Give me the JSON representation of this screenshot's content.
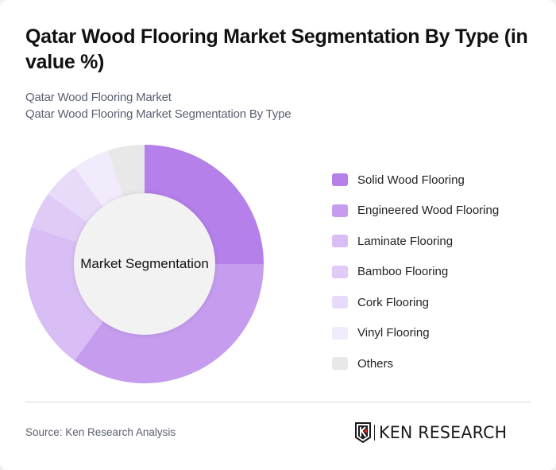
{
  "header": {
    "title": "Qatar Wood Flooring Market Segmentation By Type (in value %)",
    "subtitle_line1": "Qatar Wood Flooring Market",
    "subtitle_line2": "Qatar Wood Flooring Market Segmentation By Type"
  },
  "chart": {
    "center_label": "Market Segmentation"
  },
  "legend": {
    "items": [
      {
        "label": "Solid Wood Flooring",
        "color": "#B580EA"
      },
      {
        "label": "Engineered Wood Flooring",
        "color": "#C59CEE"
      },
      {
        "label": "Laminate Flooring",
        "color": "#D9BEF5"
      },
      {
        "label": "Bamboo Flooring",
        "color": "#E0CBF6"
      },
      {
        "label": "Cork Flooring",
        "color": "#E8DAF9"
      },
      {
        "label": "Vinyl Flooring",
        "color": "#F2EBFC"
      },
      {
        "label": "Others",
        "color": "#E8E8E8"
      }
    ]
  },
  "footer": {
    "source": "Source: Ken Research Analysis",
    "logo_text": "KEN RESEARCH"
  },
  "chart_data": {
    "type": "pie",
    "subtype": "donut",
    "title": "Qatar Wood Flooring Market Segmentation By Type (in value %)",
    "subtitle": "Qatar Wood Flooring Market Segmentation By Type",
    "center_label": "Market Segmentation",
    "categories": [
      "Solid Wood Flooring",
      "Engineered Wood Flooring",
      "Laminate Flooring",
      "Bamboo Flooring",
      "Cork Flooring",
      "Vinyl Flooring",
      "Others"
    ],
    "values": [
      25,
      35,
      20,
      5,
      5,
      5,
      5
    ],
    "colors": [
      "#B580EA",
      "#C59CEE",
      "#D9BEF5",
      "#E0CBF6",
      "#E8DAF9",
      "#F2EBFC",
      "#E8E8E8"
    ],
    "unit": "%",
    "start_angle_deg": 0,
    "direction": "clockwise",
    "legend_position": "right",
    "source": "Source: Ken Research Analysis"
  }
}
